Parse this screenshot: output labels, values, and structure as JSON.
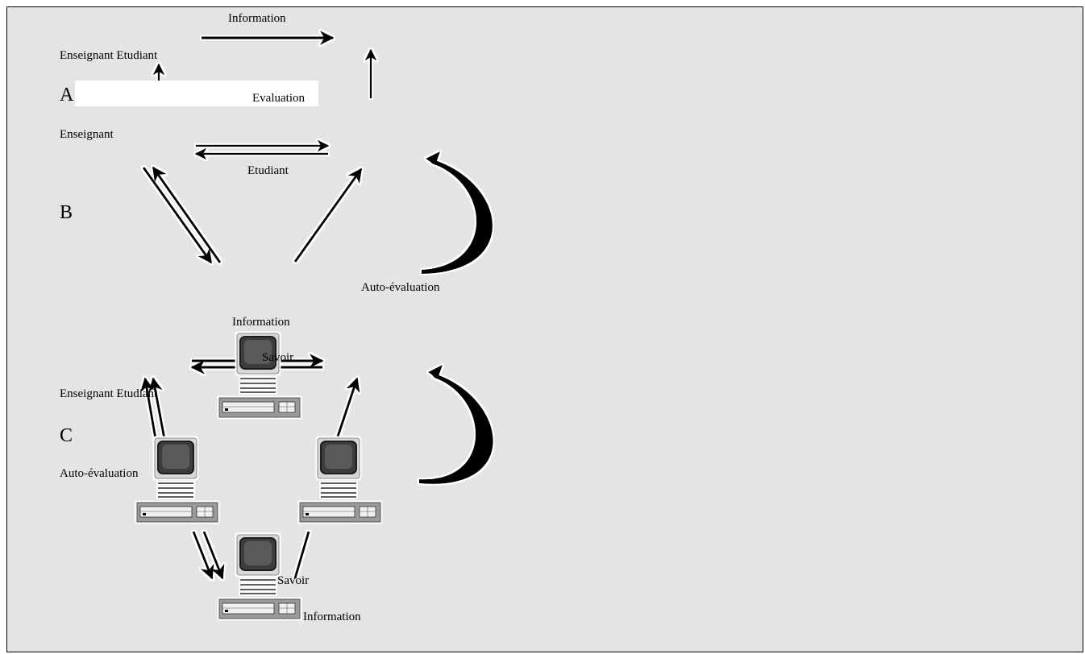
{
  "sections": {
    "A": {
      "letter": "A",
      "teacher_student": "Enseignant  Etudiant",
      "information": "Information",
      "evaluation": "Evaluation"
    },
    "B": {
      "letter": "B",
      "teacher": "Enseignant",
      "student": "Etudiant",
      "self_eval": "Auto-évaluation"
    },
    "C": {
      "letter": "C",
      "information_top": "Information",
      "knowledge_top": "Savoir",
      "teacher_student": "Enseignant  Etudiant",
      "self_eval": "Auto-évaluation",
      "knowledge_bottom": "Savoir",
      "information_bottom": "Information"
    }
  },
  "icons": [
    "arrow-icon",
    "curved-arrow-icon",
    "computer-icon"
  ]
}
